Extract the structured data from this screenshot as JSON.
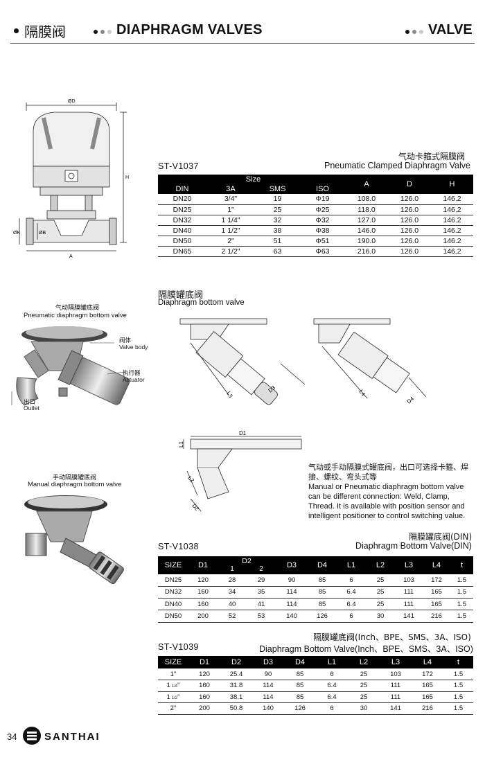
{
  "header": {
    "left_cn": "隔膜阀",
    "title": "DIAPHRAGM VALVES",
    "right": "VALVE",
    "dot_colors": [
      "#111111",
      "#888888",
      "#cccccc"
    ]
  },
  "section1": {
    "code": "ST-V1037",
    "cn_name": "气动卡箍式隔膜阀",
    "en_name": "Pneumatic Clamped Diaphragm Valve",
    "drawing_labels": {
      "d": "ØD",
      "h": "H",
      "k": "ØK",
      "b": "ØB",
      "a": "A"
    },
    "table": {
      "group_header": "Size",
      "headers": [
        "DIN",
        "3A",
        "SMS",
        "ISO",
        "A",
        "D",
        "H"
      ],
      "rows": [
        [
          "DN20",
          "3/4\"",
          "19",
          "Φ19",
          "108.0",
          "126.0",
          "146.2"
        ],
        [
          "DN25",
          "1\"",
          "25",
          "Φ25",
          "118.0",
          "126.0",
          "146.2"
        ],
        [
          "DN32",
          "1 1/4\"",
          "32",
          "Φ32",
          "127.0",
          "126.0",
          "146.2"
        ],
        [
          "DN40",
          "1 1/2\"",
          "38",
          "Φ38",
          "146.0",
          "126.0",
          "146.2"
        ],
        [
          "DN50",
          "2\"",
          "51",
          "Φ51",
          "190.0",
          "126.0",
          "146.2"
        ],
        [
          "DN65",
          "2 1/2\"",
          "63",
          "Φ63",
          "216.0",
          "126.0",
          "146.2"
        ]
      ]
    }
  },
  "section2": {
    "cn_title": "隔膜罐底阀",
    "en_title": "Diaphragm bottom valve",
    "pneumatic": {
      "cn": "气动隔膜罐底阀",
      "en": "Pneumatic diaphragm bottom valve",
      "callouts": [
        {
          "cn": "阀体",
          "en": "Valve body"
        },
        {
          "cn": "执行器",
          "en": "Actuator"
        },
        {
          "cn": "出口",
          "en": "Outlet"
        }
      ]
    },
    "manual": {
      "cn": "手动隔膜罐底阀",
      "en": "Manual diaphragm bottom valve"
    },
    "dim_labels": [
      "L3",
      "D3",
      "L4",
      "D4",
      "D1",
      "L1",
      "L2",
      "D2"
    ],
    "desc_cn": [
      "气动或手动隔膜式罐底阀，出口可选择卡箍、焊",
      "接、螺纹、弯头式等"
    ],
    "desc_en": [
      "Manual or Pneumatic diaphragm bottom valve",
      "can be different connection: Weld, Clamp,",
      "Thread. It is available with position sensor and",
      "intelligent positioner to control switching value."
    ]
  },
  "section3": {
    "code": "ST-V1038",
    "cn_name": "隔膜罐底阀(DIN)",
    "en_name": "Diaphragm Bottom Valve(DIN)",
    "table": {
      "headers": [
        "SIZE",
        "D1",
        "D2",
        "D3",
        "D4",
        "L1",
        "L2",
        "L3",
        "L4",
        "t"
      ],
      "d2_sub": [
        "1",
        "2"
      ],
      "rows": [
        [
          "DN25",
          "120",
          "28",
          "29",
          "90",
          "85",
          "6",
          "25",
          "103",
          "172",
          "1.5"
        ],
        [
          "DN32",
          "160",
          "34",
          "35",
          "114",
          "85",
          "6.4",
          "25",
          "111",
          "165",
          "1.5"
        ],
        [
          "DN40",
          "160",
          "40",
          "41",
          "114",
          "85",
          "6.4",
          "25",
          "111",
          "165",
          "1.5"
        ],
        [
          "DN50",
          "200",
          "52",
          "53",
          "140",
          "126",
          "6",
          "30",
          "141",
          "216",
          "1.5"
        ]
      ]
    }
  },
  "section4": {
    "code": "ST-V1039",
    "cn_name": "隔膜罐底阀(Inch、BPE、SMS、3A、ISO)",
    "en_name": "Diaphragm Bottom Valve(Inch、BPE、SMS、3A、ISO)",
    "table": {
      "headers": [
        "SIZE",
        "D1",
        "D2",
        "D3",
        "D4",
        "L1",
        "L2",
        "L3",
        "L4",
        "t"
      ],
      "rows": [
        [
          "1\"",
          "",
          "",
          "120",
          "25.4",
          "90",
          "85",
          "6",
          "25",
          "103",
          "172",
          "1.5"
        ],
        [
          "1",
          "1/4",
          "\"",
          "160",
          "31.8",
          "114",
          "85",
          "6.4",
          "25",
          "111",
          "165",
          "1.5"
        ],
        [
          "1",
          "1/2",
          "\"",
          "160",
          "38.1",
          "114",
          "85",
          "6.4",
          "25",
          "111",
          "165",
          "1.5"
        ],
        [
          "2\"",
          "",
          "",
          "200",
          "50.8",
          "140",
          "126",
          "6",
          "30",
          "141",
          "216",
          "1.5"
        ]
      ]
    }
  },
  "footer": {
    "page": "34",
    "brand": "SANTHAI"
  }
}
